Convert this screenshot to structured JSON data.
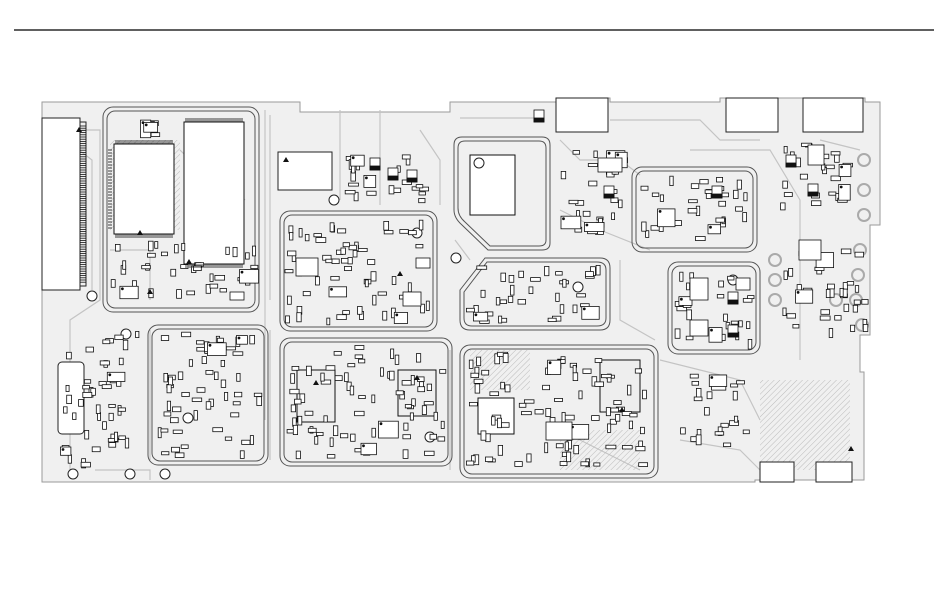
{
  "page": {
    "background": "#ffffff",
    "rule_color": "#000000"
  },
  "board": {
    "fill": "#f0f0f0",
    "trace_color": "#c0c0c0",
    "outline_color": "#9a9a9a",
    "component_color": "#111111",
    "ic_fill": "#ffffff",
    "shield_color": "#555555"
  },
  "shield_groups": [
    {
      "id": "digital-ic-section"
    },
    {
      "id": "power-section-a"
    },
    {
      "id": "rf-section-a"
    },
    {
      "id": "rf-section-b"
    },
    {
      "id": "rf-section-c"
    },
    {
      "id": "rf-section-d"
    },
    {
      "id": "audio-section"
    },
    {
      "id": "analog-section-a"
    },
    {
      "id": "analog-section-b"
    },
    {
      "id": "filter-section"
    }
  ]
}
